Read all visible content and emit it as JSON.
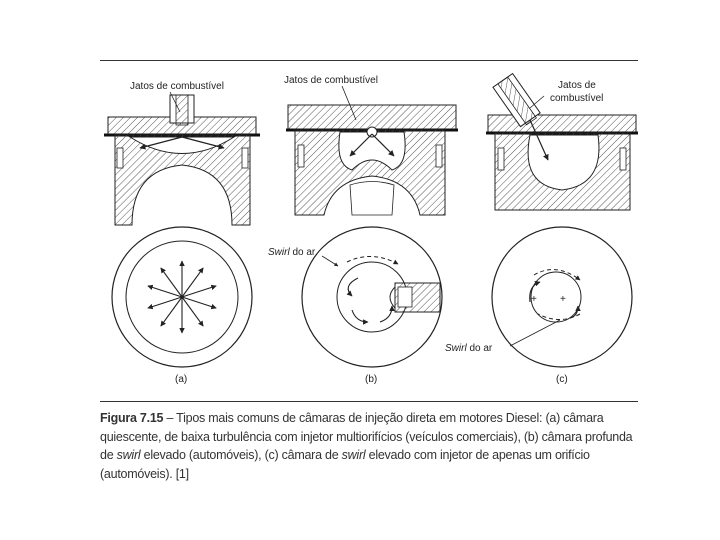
{
  "figure": {
    "labels": {
      "jets_a": "Jatos de combustível",
      "jets_b": "Jatos de combustível",
      "jets_c_line1": "Jatos de",
      "jets_c_line2": "combustível",
      "swirl_b_word": "Swirl",
      "swirl_b_rest": " do ar",
      "swirl_c_word": "Swirl",
      "swirl_c_rest": " do ar"
    },
    "panels": [
      "(a)",
      "(b)",
      "(c)"
    ],
    "plus_signs": [
      "+",
      "+"
    ]
  },
  "caption": {
    "label": "Figura 7.15",
    "text_1": " – Tipos mais comuns de câmaras de injeção direta em motores Diesel: (a) câmara quiescente, de baixa turbulência com injetor multiorifícios (veículos comerciais), (b) câmara profunda de ",
    "swirl_1": "swirl",
    "text_2": " elevado (automóveis), (c) câmara de ",
    "swirl_2": "swirl",
    "text_3": " elevado com injetor de apenas um orifício (automóveis). [1]"
  },
  "colors": {
    "ink": "#222222",
    "hatch": "#555555",
    "rule": "#333333"
  }
}
